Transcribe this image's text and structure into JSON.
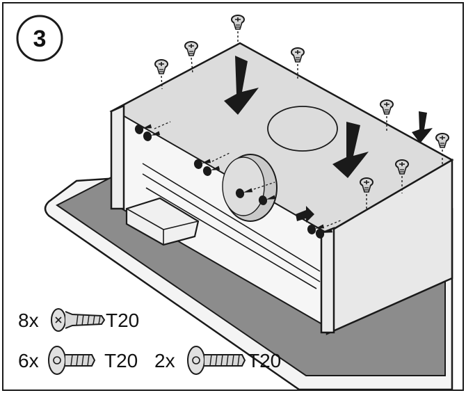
{
  "step": {
    "number": "3"
  },
  "legend": {
    "items": [
      {
        "qty": "8x",
        "tool": "T20",
        "icon": "countersunk-screw-icon"
      },
      {
        "qty": "6x",
        "tool": "T20",
        "icon": "short-pan-head-screw-icon"
      },
      {
        "qty": "2x",
        "tool": "T20",
        "icon": "long-pan-head-screw-icon"
      }
    ]
  },
  "colors": {
    "panel": "#dcdcdc",
    "shade": "#bdbdbd",
    "mat": "#8c8c8c",
    "line": "#1a1a1a",
    "arrow": "#1a1a1a"
  }
}
